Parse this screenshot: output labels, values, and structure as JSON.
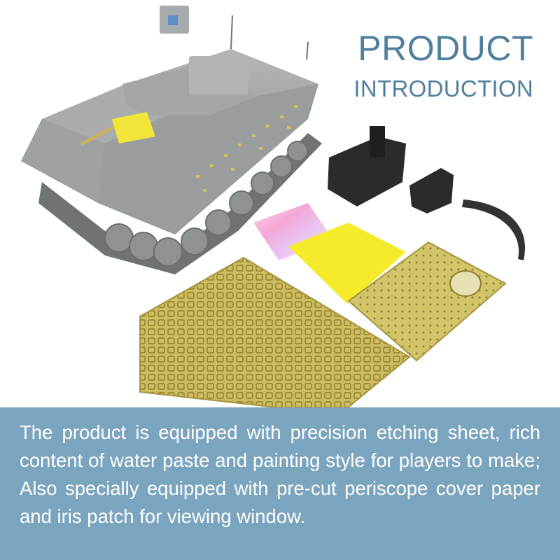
{
  "heading": {
    "line1": "PRODUCT",
    "line2": "INTRODUCTION"
  },
  "description": "The product is equipped with precision etching sheet, rich content of water paste and painting style for players to make; Also specially equipped with pre-cut periscope cover paper and iris patch for viewing window.",
  "colors": {
    "heading": "#4f7f9c",
    "band": "#7ba4bf",
    "tank_grey": "#9a9d9e",
    "etch_brass": "#c8b85c",
    "yellow_film": "#f4ec2a",
    "parts_black": "#2a2a2a"
  }
}
